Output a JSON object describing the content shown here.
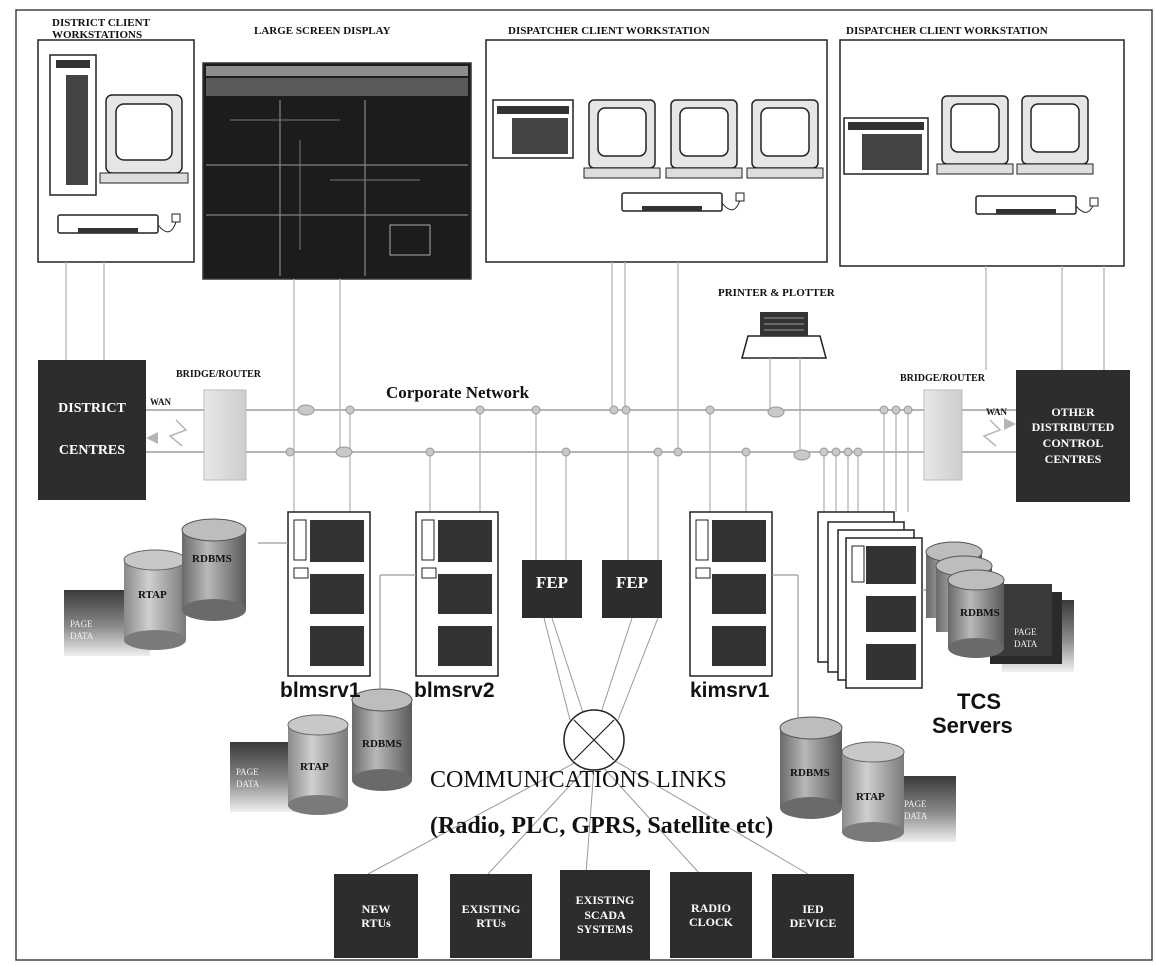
{
  "headers": {
    "district_client_workstations": "DISTRICT CLIENT WORKSTATIONS",
    "large_screen_display": "LARGE SCREEN DISPLAY",
    "dispatcher_ws_1": "DISPATCHER CLIENT WORKSTATION",
    "dispatcher_ws_2": "DISPATCHER CLIENT WORKSTATION",
    "printer_plotter": "PRINTER & PLOTTER"
  },
  "network": {
    "corporate_network": "Corporate Network",
    "bridge_router_left": "BRIDGE/ROUTER",
    "bridge_router_right": "BRIDGE/ROUTER",
    "wan_left": "WAN",
    "wan_right": "WAN"
  },
  "centres": {
    "district_line1": "DISTRICT",
    "district_line2": "CENTRES",
    "other_line1": "OTHER",
    "other_line2": "DISTRIBUTED",
    "other_line3": "CONTROL",
    "other_line4": "CENTRES"
  },
  "servers": {
    "blmsrv1": "blmsrv1",
    "blmsrv2": "blmsrv2",
    "kimsrv1": "kimsrv1",
    "tcs_line1": "TCS",
    "tcs_line2": "Servers",
    "fep1": "FEP",
    "fep2": "FEP"
  },
  "databases": {
    "rdbms": "RDBMS",
    "rtap": "RTAP",
    "page": "PAGE",
    "data": "DATA"
  },
  "comms": {
    "title": "COMMUNICATIONS  LINKS",
    "subtitle": "(Radio, PLC, GPRS, Satellite etc)"
  },
  "field_devices": [
    {
      "line1": "NEW",
      "line2": "RTUs",
      "line3": ""
    },
    {
      "line1": "EXISTING",
      "line2": "RTUs",
      "line3": ""
    },
    {
      "line1": "EXISTING",
      "line2": "SCADA",
      "line3": "SYSTEMS"
    },
    {
      "line1": "RADIO",
      "line2": "CLOCK",
      "line3": ""
    },
    {
      "line1": "IED",
      "line2": "DEVICE",
      "line3": ""
    }
  ]
}
